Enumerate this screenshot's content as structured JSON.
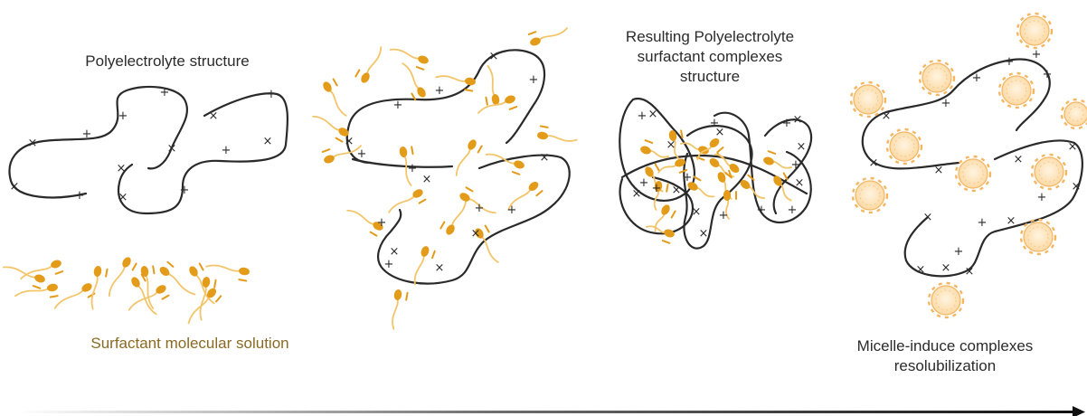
{
  "labels": {
    "polyelectrolyte_structure": "Polyelectrolyte structure",
    "surfactant_solution": "Surfactant molecular solution",
    "complexes_line1": "Resulting Polyelectrolyte",
    "complexes_line2": "surfactant complexes",
    "complexes_line3": "structure",
    "resolubilization_line1": "Micelle-induce complexes",
    "resolubilization_line2": "resolubilization"
  },
  "symbols": {
    "positive": "+",
    "negative": "×"
  },
  "colors": {
    "chain": "#2a2a2a",
    "surfactant_head": "#e39b1a",
    "surfactant_tail": "#f2c56a",
    "micelle_fill": "#fde6c3",
    "micelle_ring": "#f4b661",
    "text": "#2b2b2b",
    "text_gold": "#8a6a23"
  }
}
